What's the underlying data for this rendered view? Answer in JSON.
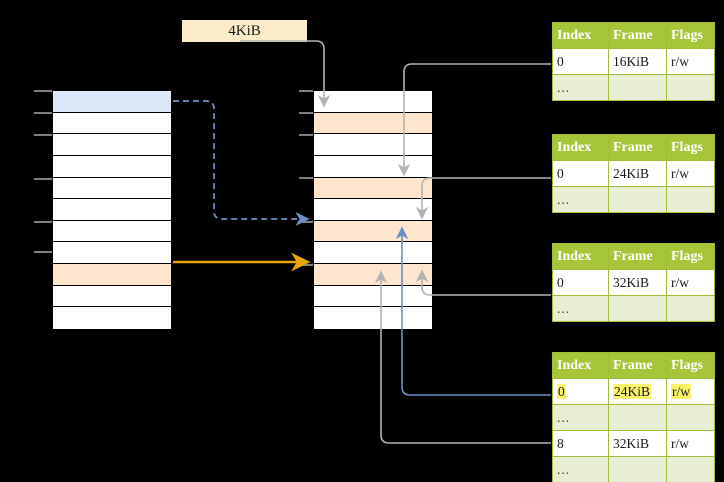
{
  "diagram": {
    "title": "multi-level page table address translation diagram",
    "background": "#000000"
  },
  "colors": {
    "table_header_bg": "#a6c539",
    "table_alt_bg": "#e8eed3",
    "highlight_yellow": "#fbf36a",
    "cell_blue": "#dce8f8",
    "cell_peach": "#fde5ce",
    "chip_bg": "#fcecc9",
    "arrow_orange": "#e8a600",
    "arrow_blue": "#6b8fc4",
    "arrow_gray": "#b3b3b3"
  },
  "label_chip": {
    "text": "4KiB"
  },
  "left_column": {
    "name": "virtual-address-space",
    "row_count": 11,
    "rows": [
      {
        "fill": "blue",
        "label": ""
      },
      {
        "fill": "white",
        "label": ""
      },
      {
        "fill": "white",
        "label": ""
      },
      {
        "fill": "white",
        "label": ""
      },
      {
        "fill": "white",
        "label": ""
      },
      {
        "fill": "white",
        "label": ""
      },
      {
        "fill": "white",
        "label": ""
      },
      {
        "fill": "white",
        "label": ""
      },
      {
        "fill": "peach",
        "label": ""
      },
      {
        "fill": "white",
        "label": ""
      },
      {
        "fill": "white",
        "label": ""
      }
    ]
  },
  "middle_column": {
    "name": "physical-memory",
    "row_count": 11,
    "rows": [
      {
        "fill": "white",
        "label": ""
      },
      {
        "fill": "peach",
        "label": ""
      },
      {
        "fill": "white",
        "label": ""
      },
      {
        "fill": "white",
        "label": ""
      },
      {
        "fill": "peach",
        "label": ""
      },
      {
        "fill": "white",
        "label": ""
      },
      {
        "fill": "peach",
        "label": ""
      },
      {
        "fill": "white",
        "label": ""
      },
      {
        "fill": "peach",
        "label": ""
      },
      {
        "fill": "white",
        "label": ""
      },
      {
        "fill": "white",
        "label": ""
      }
    ]
  },
  "page_tables": [
    {
      "name": "page-table-1",
      "headers": [
        "Index",
        "Frame",
        "Flags"
      ],
      "rows": [
        {
          "type": "values",
          "cells": [
            "0",
            "16KiB",
            "r/w"
          ],
          "highlight": [
            false,
            false,
            false
          ]
        },
        {
          "type": "ellipsis",
          "cells": [
            "...",
            "",
            ""
          ],
          "highlight": [
            false,
            false,
            false
          ]
        }
      ]
    },
    {
      "name": "page-table-2",
      "headers": [
        "Index",
        "Frame",
        "Flags"
      ],
      "rows": [
        {
          "type": "values",
          "cells": [
            "0",
            "24KiB",
            "r/w"
          ],
          "highlight": [
            false,
            false,
            false
          ]
        },
        {
          "type": "ellipsis",
          "cells": [
            "...",
            "",
            ""
          ],
          "highlight": [
            false,
            false,
            false
          ]
        }
      ]
    },
    {
      "name": "page-table-3",
      "headers": [
        "Index",
        "Frame",
        "Flags"
      ],
      "rows": [
        {
          "type": "values",
          "cells": [
            "0",
            "32KiB",
            "r/w"
          ],
          "highlight": [
            false,
            false,
            false
          ]
        },
        {
          "type": "ellipsis",
          "cells": [
            "...",
            "",
            ""
          ],
          "highlight": [
            false,
            false,
            false
          ]
        }
      ]
    },
    {
      "name": "page-table-4",
      "headers": [
        "Index",
        "Frame",
        "Flags"
      ],
      "rows": [
        {
          "type": "values",
          "cells": [
            "0",
            "24KiB",
            "r/w"
          ],
          "highlight": [
            true,
            true,
            true
          ]
        },
        {
          "type": "ellipsis",
          "cells": [
            "...",
            "",
            ""
          ],
          "highlight": [
            false,
            false,
            false
          ]
        },
        {
          "type": "values",
          "cells": [
            "8",
            "32KiB",
            "r/w"
          ],
          "highlight": [
            false,
            false,
            false
          ]
        },
        {
          "type": "ellipsis",
          "cells": [
            "...",
            "",
            ""
          ],
          "highlight": [
            false,
            false,
            false
          ]
        }
      ]
    }
  ],
  "connectors": [
    {
      "name": "blue-dashed-virtual-to-physical",
      "style": "dashed",
      "color": "#6b8fc4"
    },
    {
      "name": "orange-solid-virtual-to-physical",
      "style": "solid",
      "color": "#e8a600"
    },
    {
      "name": "gray-4kib-to-physical",
      "style": "solid",
      "color": "#b3b3b3"
    },
    {
      "name": "gray-table1-to-physical",
      "style": "solid",
      "color": "#b3b3b3"
    },
    {
      "name": "gray-table2-to-physical",
      "style": "solid",
      "color": "#b3b3b3"
    },
    {
      "name": "gray-table3-to-physical",
      "style": "solid",
      "color": "#b3b3b3"
    },
    {
      "name": "blue-table4-row0-to-physical",
      "style": "solid",
      "color": "#6b8fc4"
    },
    {
      "name": "gray-table4-row8-to-physical",
      "style": "solid",
      "color": "#b3b3b3"
    }
  ]
}
